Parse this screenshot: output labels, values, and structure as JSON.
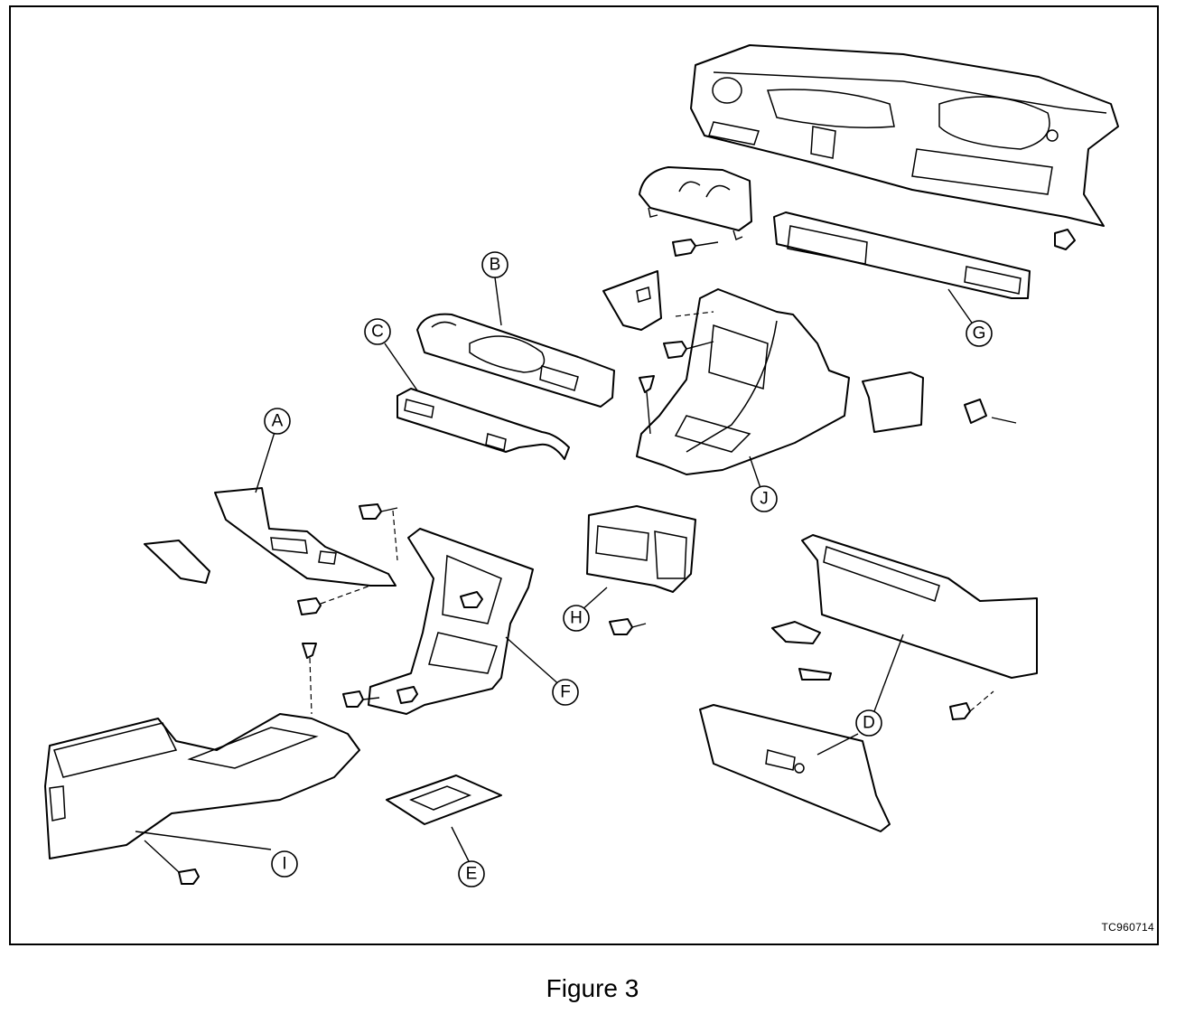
{
  "figure": {
    "caption": "Figure 3",
    "reference_code": "TC960714"
  },
  "callouts": [
    "A",
    "B",
    "C",
    "D",
    "E",
    "F",
    "G",
    "H",
    "I",
    "J"
  ]
}
